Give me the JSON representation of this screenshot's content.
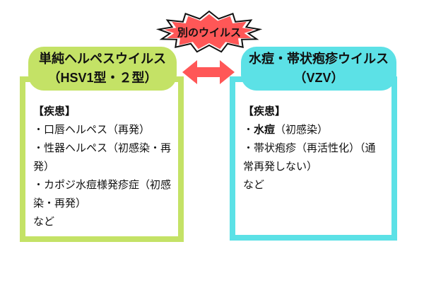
{
  "burst": {
    "label": "別のウイルス"
  },
  "arrow": {
    "icon": "left-right-arrow"
  },
  "colors": {
    "left_accent": "#c4e266",
    "right_accent": "#5ce1e6",
    "highlight_red": "#ff5757",
    "text": "#111111"
  },
  "left_panel": {
    "title_line1": "単純ヘルペスウイルス",
    "title_line2": "（HSV1型・２型）",
    "section_heading": "【疾患】",
    "items": [
      "・口唇ヘルペス（再発）",
      "・性器ヘルペス（初感染・再発）",
      "・カポジ水痘様発疹症（初感染・再発）"
    ],
    "footer": "など"
  },
  "right_panel": {
    "title_line1": "水痘・帯状疱疹ウイルス",
    "title_line2": "（VZV）",
    "section_heading": "【疾患】",
    "items": [
      {
        "bullet": "・",
        "emphasis": "水痘",
        "rest": "（初感染）"
      },
      {
        "bullet": "・",
        "emphasis": "",
        "rest": "帯状疱疹（再活性化）（通常再発しない）"
      }
    ],
    "footer": "など"
  }
}
